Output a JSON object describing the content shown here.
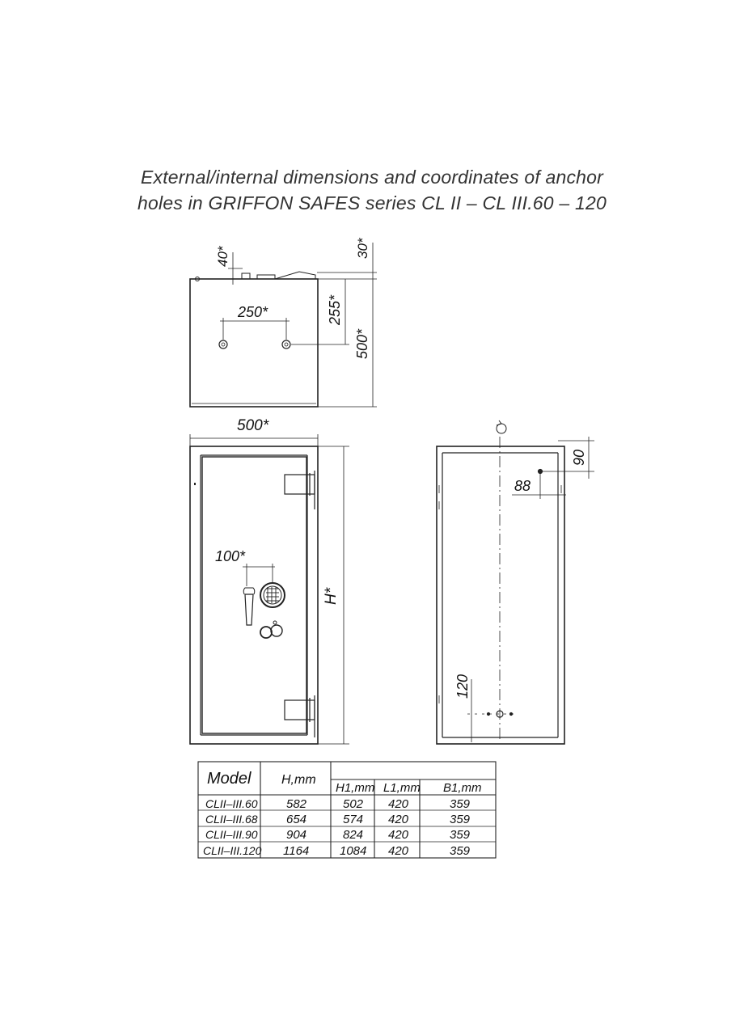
{
  "title": {
    "line1": "External/internal dimensions and coordinates of anchor",
    "line2": "holes in GRIFFON SAFES series CL II – CL III.60 – 120"
  },
  "top_view": {
    "dim_40": "40*",
    "dim_30": "30*",
    "dim_250": "250*",
    "dim_255": "255*",
    "dim_500_depth": "500*"
  },
  "front_view": {
    "dim_width": "500*",
    "dim_100": "100*",
    "dim_height": "H*"
  },
  "interior_view": {
    "dim_90": "90",
    "dim_88": "88",
    "dim_120": "120"
  },
  "table": {
    "headers": {
      "model": "Model",
      "h": "H,mm",
      "h1": "H1,mm",
      "l1": "L1,mm",
      "b1": "B1,mm"
    },
    "rows": [
      {
        "model": "CLII–III.60",
        "h": "582",
        "h1": "502",
        "l1": "420",
        "b1": "359"
      },
      {
        "model": "CLII–III.68",
        "h": "654",
        "h1": "574",
        "l1": "420",
        "b1": "359"
      },
      {
        "model": "CLII–III.90",
        "h": "904",
        "h1": "824",
        "l1": "420",
        "b1": "359"
      },
      {
        "model": "CLII–III.120",
        "h": "1164",
        "h1": "1084",
        "l1": "420",
        "b1": "359"
      }
    ]
  }
}
